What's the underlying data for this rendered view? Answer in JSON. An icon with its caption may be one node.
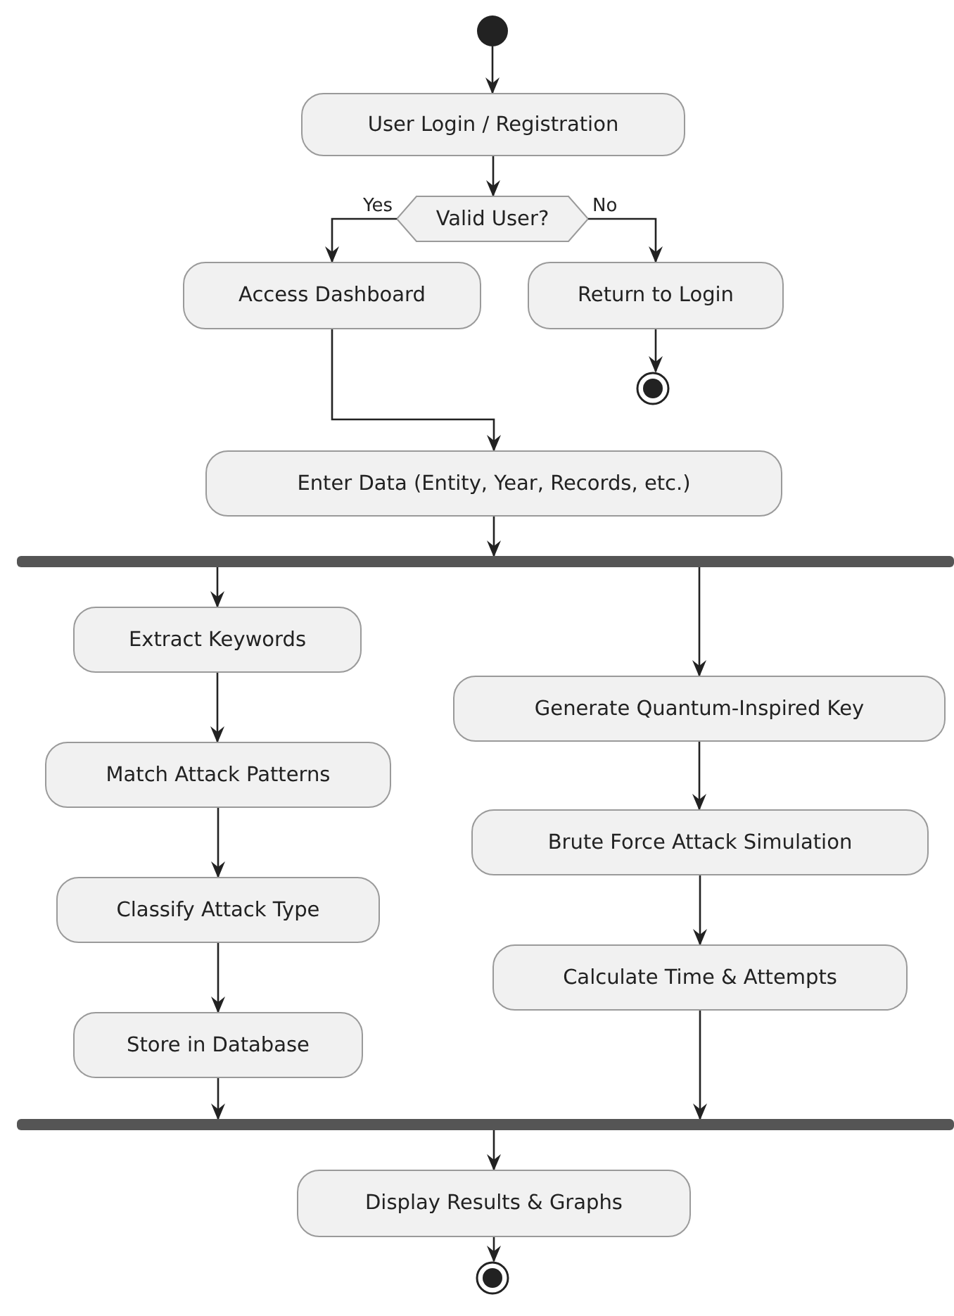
{
  "diagram": {
    "nodes": [
      {
        "text": [],
        "shape": "circle"
      },
      {
        "text": [
          "User Login / Registration"
        ]
      },
      {
        "text": [
          "Valid User?"
        ]
      },
      {
        "text": [
          "Access Dashboard"
        ]
      },
      {
        "text": [
          "Return to Login"
        ]
      },
      {
        "text": [],
        "shape": "bullseye"
      },
      {
        "text": [
          "Enter Data (Entity, Year, Records, etc.)"
        ]
      },
      {
        "text": [],
        "shape": "bar"
      },
      {
        "text": [
          "Extract Keywords"
        ]
      },
      {
        "text": [
          "Match Attack Patterns"
        ]
      },
      {
        "text": [
          "Classify Attack Type"
        ]
      },
      {
        "text": [
          "Store in Database"
        ]
      },
      {
        "text": [
          "Generate Quantum-Inspired Key"
        ]
      },
      {
        "text": [
          "Brute Force Attack Simulation"
        ]
      },
      {
        "text": [
          "Calculate Time & Attempts"
        ]
      },
      {
        "text": [],
        "shape": "bar"
      },
      {
        "text": [
          "Display Results & Graphs"
        ]
      },
      {
        "text": [],
        "shape": "bullseye"
      }
    ],
    "edges": [
      {
        "from": 0,
        "to": 1,
        "arrow": "to"
      },
      {
        "from": 1,
        "to": 2,
        "arrow": "to"
      },
      {
        "from": 2,
        "to": 3,
        "arrow": "to",
        "label": "Yes"
      },
      {
        "from": 2,
        "to": 4,
        "arrow": "to",
        "label": "No"
      },
      {
        "from": 4,
        "to": 5,
        "arrow": "to"
      },
      {
        "from": 3,
        "to": 6,
        "arrow": "to"
      },
      {
        "from": 6,
        "to": 7,
        "arrow": "to"
      },
      {
        "from": 7,
        "to": 8,
        "arrow": "to"
      },
      {
        "from": 8,
        "to": 9,
        "arrow": "to"
      },
      {
        "from": 9,
        "to": 10,
        "arrow": "to"
      },
      {
        "from": 10,
        "to": 11,
        "arrow": "to"
      },
      {
        "from": 11,
        "to": 15,
        "arrow": "to"
      },
      {
        "from": 7,
        "to": 12,
        "arrow": "to"
      },
      {
        "from": 12,
        "to": 13,
        "arrow": "to"
      },
      {
        "from": 13,
        "to": 14,
        "arrow": "to"
      },
      {
        "from": 14,
        "to": 15,
        "arrow": "to"
      },
      {
        "from": 15,
        "to": 16,
        "arrow": "to"
      },
      {
        "from": 16,
        "to": 17,
        "arrow": "to"
      }
    ]
  }
}
